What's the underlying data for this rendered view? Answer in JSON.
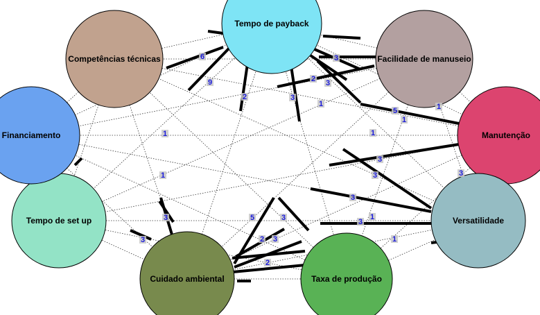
{
  "nodes": [
    {
      "id": "payback",
      "label": "Tempo de payback",
      "color": "#7ee4f5"
    },
    {
      "id": "facilidade",
      "label": "Facilidade de manuseio",
      "color": "#b3a0a0"
    },
    {
      "id": "manutencao",
      "label": "Manutenção",
      "color": "#dc446f"
    },
    {
      "id": "versatilidade",
      "label": "Versatilidade",
      "color": "#95bcc3"
    },
    {
      "id": "taxa",
      "label": "Taxa de produção",
      "color": "#59b255"
    },
    {
      "id": "cuidado",
      "label": "Cuidado ambiental",
      "color": "#788a4d"
    },
    {
      "id": "setup",
      "label": "Tempo de set up",
      "color": "#93e3c6"
    },
    {
      "id": "financiamento",
      "label": "Financiamento",
      "color": "#6aa2f0"
    },
    {
      "id": "competencias",
      "label": "Competências técnicas",
      "color": "#c1a28e"
    }
  ],
  "weights": [
    {
      "text": "6"
    },
    {
      "text": "9"
    },
    {
      "text": "2"
    },
    {
      "text": "3"
    },
    {
      "text": "3"
    },
    {
      "text": "2"
    },
    {
      "text": "3"
    },
    {
      "text": "1"
    },
    {
      "text": "5"
    },
    {
      "text": "1"
    },
    {
      "text": "1"
    },
    {
      "text": "1"
    },
    {
      "text": "1"
    },
    {
      "text": "1"
    },
    {
      "text": "3"
    },
    {
      "text": "3"
    },
    {
      "text": "3"
    },
    {
      "text": "3"
    },
    {
      "text": "1"
    },
    {
      "text": "1"
    },
    {
      "text": "3"
    },
    {
      "text": "5"
    },
    {
      "text": "3"
    },
    {
      "text": "3"
    },
    {
      "text": "2"
    },
    {
      "text": "3"
    },
    {
      "text": "2"
    },
    {
      "text": "3"
    }
  ]
}
